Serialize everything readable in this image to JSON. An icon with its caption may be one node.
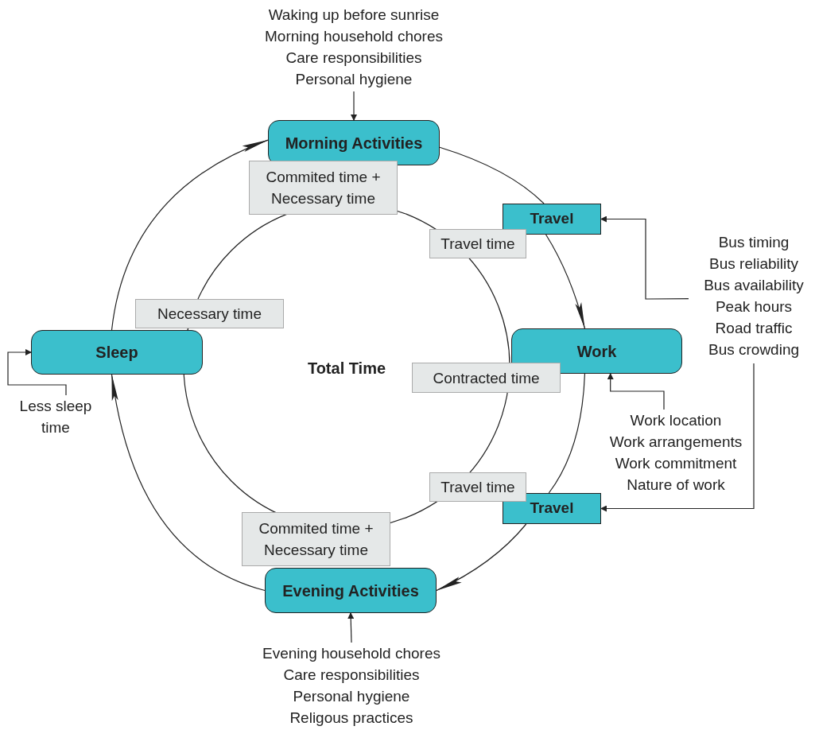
{
  "diagram": {
    "nodes": [
      {
        "text": [
          "Morning Activities"
        ]
      },
      {
        "text": [
          "Travel"
        ]
      },
      {
        "text": [
          "Work"
        ]
      },
      {
        "text": [
          "Travel"
        ]
      },
      {
        "text": [
          "Evening Activities"
        ]
      },
      {
        "text": [
          "Sleep"
        ]
      },
      {
        "text": [
          "Waking up before sunrise",
          "Morning household chores",
          "Care responsibilities",
          "Personal hygiene"
        ]
      },
      {
        "text": [
          "Bus timing",
          "Bus reliability",
          "Bus availability",
          "Peak hours",
          "Road traffic",
          "Bus crowding"
        ]
      },
      {
        "text": [
          "Work location",
          "Work arrangements",
          "Work commitment",
          "Nature of work"
        ]
      },
      {
        "text": [
          "Evening household chores",
          "Care responsibilities",
          "Personal hygiene",
          "Religous practices"
        ]
      },
      {
        "text": [
          "Less sleep time"
        ]
      },
      {
        "text": [
          "Commited time + Necessary time"
        ]
      },
      {
        "text": [
          "Travel time"
        ]
      },
      {
        "text": [
          "Necessary time"
        ]
      },
      {
        "text": [
          "Contracted time"
        ]
      },
      {
        "text": [
          "Travel time"
        ]
      },
      {
        "text": [
          "Commited time + Necessary time"
        ]
      }
    ],
    "edges": [
      {
        "from": 0,
        "to": 1,
        "arrow": "none"
      },
      {
        "from": 1,
        "to": 2,
        "arrow": "to"
      },
      {
        "from": 2,
        "to": 3,
        "arrow": "none"
      },
      {
        "from": 3,
        "to": 4,
        "arrow": "to"
      },
      {
        "from": 4,
        "to": 5,
        "arrow": "to"
      },
      {
        "from": 5,
        "to": 0,
        "arrow": "to"
      },
      {
        "from": 6,
        "to": 0,
        "arrow": "to"
      },
      {
        "from": 7,
        "to": 1,
        "arrow": "to"
      },
      {
        "from": 7,
        "to": 3,
        "arrow": "to"
      },
      {
        "from": 8,
        "to": 2,
        "arrow": "to"
      },
      {
        "from": 9,
        "to": 4,
        "arrow": "to"
      },
      {
        "from": 10,
        "to": 5,
        "arrow": "to"
      }
    ],
    "labels": [
      "Total Time"
    ]
  }
}
